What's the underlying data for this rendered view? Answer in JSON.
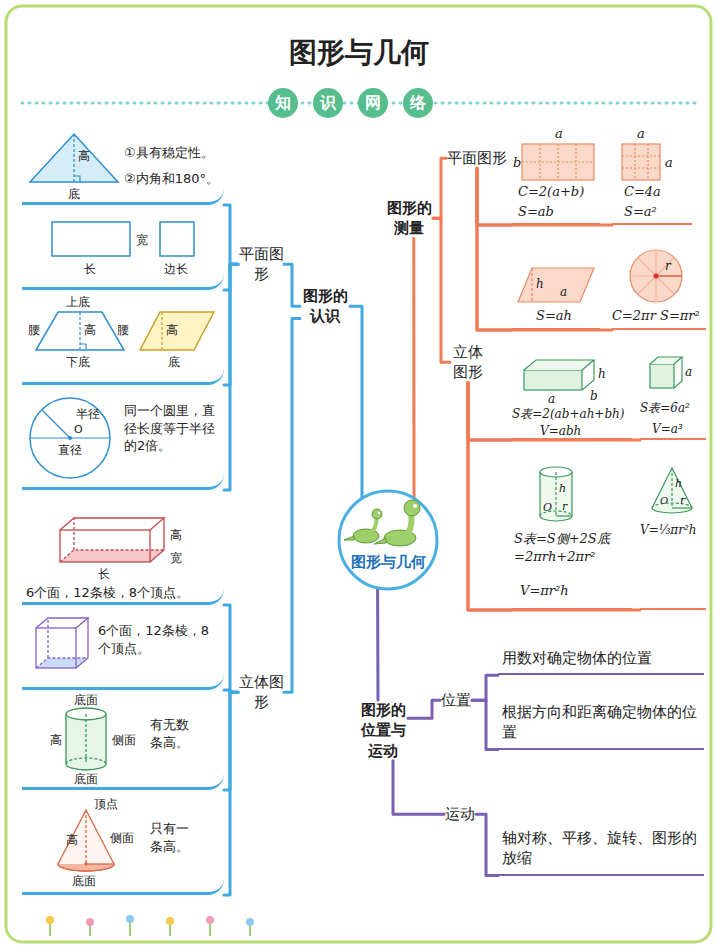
{
  "diagram": {
    "title": "图形与几何",
    "nodes": [
      {
        "text": [
          "图形与几何"
        ]
      },
      {
        "text": [
          "图形的认识"
        ]
      },
      {
        "text": [
          "平面图形"
        ]
      },
      {
        "text": [
          "高",
          "底",
          "①具有稳定性。",
          "②内角和180°。"
        ]
      },
      {
        "text": [
          "宽",
          "长",
          "边长"
        ]
      },
      {
        "text": [
          "上底",
          "腰",
          "高",
          "腰",
          "下底",
          "高",
          "底"
        ]
      },
      {
        "text": [
          "半径",
          "O",
          "直径",
          "同一个圆里，直径长度等于半径的2倍。"
        ]
      },
      {
        "text": [
          "立体图形"
        ]
      },
      {
        "text": [
          "高",
          "宽",
          "长",
          "6个面，12条棱，8个顶点。"
        ]
      },
      {
        "text": [
          "6个面，12条棱，8个顶点。"
        ]
      },
      {
        "text": [
          "底面",
          "高",
          "侧面",
          "底面",
          "有无数条高。"
        ]
      },
      {
        "text": [
          "顶点",
          "高",
          "侧面",
          "底面",
          "只有一条高。"
        ]
      },
      {
        "text": [
          "图形的测量"
        ]
      },
      {
        "text": [
          "平面图形"
        ]
      },
      {
        "text": [
          "a",
          "b",
          "C=2(a+b)",
          "S=ab"
        ]
      },
      {
        "text": [
          "a",
          "a",
          "C=4a",
          "S=a²"
        ]
      },
      {
        "text": [
          "h",
          "a",
          "S=ah"
        ]
      },
      {
        "text": [
          "r",
          "C=2πr",
          "S=πr²"
        ]
      },
      {
        "text": [
          "立体图形"
        ]
      },
      {
        "text": [
          "h",
          "a",
          "b",
          "S表=2(ab+ah+bh)",
          "V=abh"
        ]
      },
      {
        "text": [
          "a",
          "S表=6a²",
          "V=a³"
        ]
      },
      {
        "text": [
          "h",
          "O",
          "r",
          "S表=S侧+2S底 =2πrh+2πr²",
          "V=πr²h"
        ]
      },
      {
        "text": [
          "h",
          "O",
          "r",
          "V=⅓πr²h"
        ]
      },
      {
        "text": [
          "图形的位置与运动"
        ]
      },
      {
        "text": [
          "位置"
        ]
      },
      {
        "text": [
          "用数对确定物体的位置"
        ]
      },
      {
        "text": [
          "根据方向和距离确定物体的位置"
        ]
      },
      {
        "text": [
          "运动"
        ]
      },
      {
        "text": [
          "轴对称、平移、旋转、图形的放缩"
        ]
      }
    ],
    "edges": [
      {
        "from": 0,
        "to": 1,
        "arrow": "none"
      },
      {
        "from": 1,
        "to": 2,
        "arrow": "none"
      },
      {
        "from": 2,
        "to": 3,
        "arrow": "none"
      },
      {
        "from": 2,
        "to": 4,
        "arrow": "none"
      },
      {
        "from": 2,
        "to": 5,
        "arrow": "none"
      },
      {
        "from": 2,
        "to": 6,
        "arrow": "none"
      },
      {
        "from": 1,
        "to": 7,
        "arrow": "none"
      },
      {
        "from": 7,
        "to": 8,
        "arrow": "none"
      },
      {
        "from": 7,
        "to": 9,
        "arrow": "none"
      },
      {
        "from": 7,
        "to": 10,
        "arrow": "none"
      },
      {
        "from": 7,
        "to": 11,
        "arrow": "none"
      },
      {
        "from": 0,
        "to": 12,
        "arrow": "none"
      },
      {
        "from": 12,
        "to": 13,
        "arrow": "none"
      },
      {
        "from": 13,
        "to": 14,
        "arrow": "none"
      },
      {
        "from": 13,
        "to": 15,
        "arrow": "none"
      },
      {
        "from": 13,
        "to": 16,
        "arrow": "none"
      },
      {
        "from": 13,
        "to": 17,
        "arrow": "none"
      },
      {
        "from": 12,
        "to": 18,
        "arrow": "none"
      },
      {
        "from": 18,
        "to": 19,
        "arrow": "none"
      },
      {
        "from": 18,
        "to": 20,
        "arrow": "none"
      },
      {
        "from": 18,
        "to": 21,
        "arrow": "none"
      },
      {
        "from": 18,
        "to": 22,
        "arrow": "none"
      },
      {
        "from": 0,
        "to": 23,
        "arrow": "none"
      },
      {
        "from": 23,
        "to": 24,
        "arrow": "none"
      },
      {
        "from": 24,
        "to": 25,
        "arrow": "none"
      },
      {
        "from": 24,
        "to": 26,
        "arrow": "none"
      },
      {
        "from": 23,
        "to": 27,
        "arrow": "none"
      },
      {
        "from": 27,
        "to": 28,
        "arrow": "none"
      }
    ],
    "labels": [
      "知",
      "识",
      "网",
      "络"
    ]
  }
}
